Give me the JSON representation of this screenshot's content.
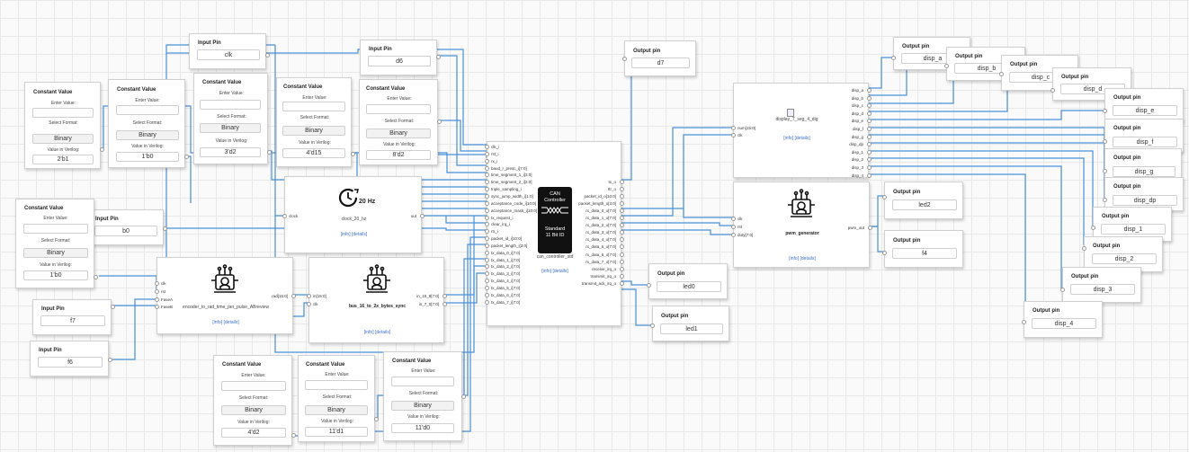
{
  "labels": {
    "input_pin": "Input Pin",
    "output_pin": "Output pin",
    "constant_value": "Constant Value",
    "enter_value": "Enter Value:",
    "select_format": "Select Format:",
    "value_in_verilog": "Value in Verilog:",
    "format_binary": "Binary",
    "info_details": "[info] [details]"
  },
  "input_pins": [
    {
      "name": "clk"
    },
    {
      "name": "d6"
    },
    {
      "name": "b0"
    },
    {
      "name": "f7"
    },
    {
      "name": "f6"
    }
  ],
  "output_pins": [
    {
      "name": "d7"
    },
    {
      "name": "disp_a"
    },
    {
      "name": "disp_b"
    },
    {
      "name": "disp_c"
    },
    {
      "name": "disp_d"
    },
    {
      "name": "disp_e"
    },
    {
      "name": "disp_f"
    },
    {
      "name": "disp_g"
    },
    {
      "name": "disp_dp"
    },
    {
      "name": "led2"
    },
    {
      "name": "f4"
    },
    {
      "name": "disp_1"
    },
    {
      "name": "disp_2"
    },
    {
      "name": "disp_3"
    },
    {
      "name": "disp_4"
    },
    {
      "name": "led0"
    },
    {
      "name": "led1"
    }
  ],
  "constants": [
    {
      "verilog": "2'b1"
    },
    {
      "verilog": "1'b0"
    },
    {
      "verilog": "3'd2"
    },
    {
      "verilog": "4'd15"
    },
    {
      "verilog": "8'd2"
    },
    {
      "verilog": "1'b0"
    },
    {
      "verilog": "4'd2"
    },
    {
      "verilog": "11'd1"
    },
    {
      "verilog": "11'd0"
    }
  ],
  "modules": {
    "clock": {
      "name": "clock_20_hz",
      "icon_text": "20 Hz",
      "inputs": [
        "clock"
      ],
      "outputs": [
        "out"
      ]
    },
    "encoder": {
      "name": "encoder_to_rad_time_per_pulse_ABreview",
      "inputs": [
        "clk",
        "rst",
        "FaseA",
        "FaseB"
      ],
      "outputs": [
        "rad[15:0]"
      ]
    },
    "bus": {
      "name": "bus_16_to_2x_bytes_sync",
      "inputs": [
        "in[15:0]",
        "clk"
      ],
      "outputs": [
        "in_15_8[7:0]",
        "in_7_0[7:0]"
      ]
    },
    "can": {
      "name": "can_controller_std",
      "icon_lines": [
        "CAN",
        "Controller",
        "Standard",
        "11 Bit ID"
      ],
      "inputs": [
        "clk_i",
        "rst_i",
        "rx_i",
        "baud_r_presc_i[7:0]",
        "time_segment_1_i[3:0]",
        "time_segment_2_i[2:0]",
        "triple_sampling_i",
        "sync_jump_width_i[1:0]",
        "acceptance_code_i[10:0]",
        "acceptance_mask_i[10:0]",
        "tx_request_i",
        "clear_irq_i",
        "rtr_i",
        "packet_id_i[10:0]",
        "packet_length_i[3:0]",
        "tx_data_0_i[7:0]",
        "tx_data_1_i[7:0]",
        "tx_data_2_i[7:0]",
        "tx_data_3_i[7:0]",
        "tx_data_4_i[7:0]",
        "tx_data_5_i[7:0]",
        "tx_data_6_i[7:0]",
        "tx_data_7_i[7:0]"
      ],
      "outputs": [
        "tx_o",
        "rtr_o",
        "packet_id_o[10:0]",
        "packet_length_o[3:0]",
        "rx_data_0_o[7:0]",
        "rx_data_1_o[7:0]",
        "rx_data_2_o[7:0]",
        "rx_data_3_o[7:0]",
        "rx_data_4_o[7:0]",
        "rx_data_5_o[7:0]",
        "rx_data_6_o[7:0]",
        "rx_data_7_o[7:0]",
        "receive_irq_o",
        "transmit_irq_o",
        "transmit_ack_irq_o"
      ]
    },
    "display": {
      "name": "display_7_seg_4_dig",
      "inputs": [
        "num[15:0]",
        "clk"
      ],
      "outputs": [
        "disp_a",
        "disp_b",
        "disp_c",
        "disp_d",
        "disp_e",
        "disp_f",
        "disp_g",
        "disp_dp",
        "disp_1",
        "disp_2",
        "disp_3",
        "disp_4"
      ]
    },
    "pwm": {
      "name": "pwm_generator",
      "inputs": [
        "clk",
        "rst",
        "duty[7:0]"
      ],
      "outputs": [
        "pwm_out"
      ]
    }
  },
  "colors": {
    "wire": "#4a90d9",
    "link": "#3b6fc8"
  }
}
